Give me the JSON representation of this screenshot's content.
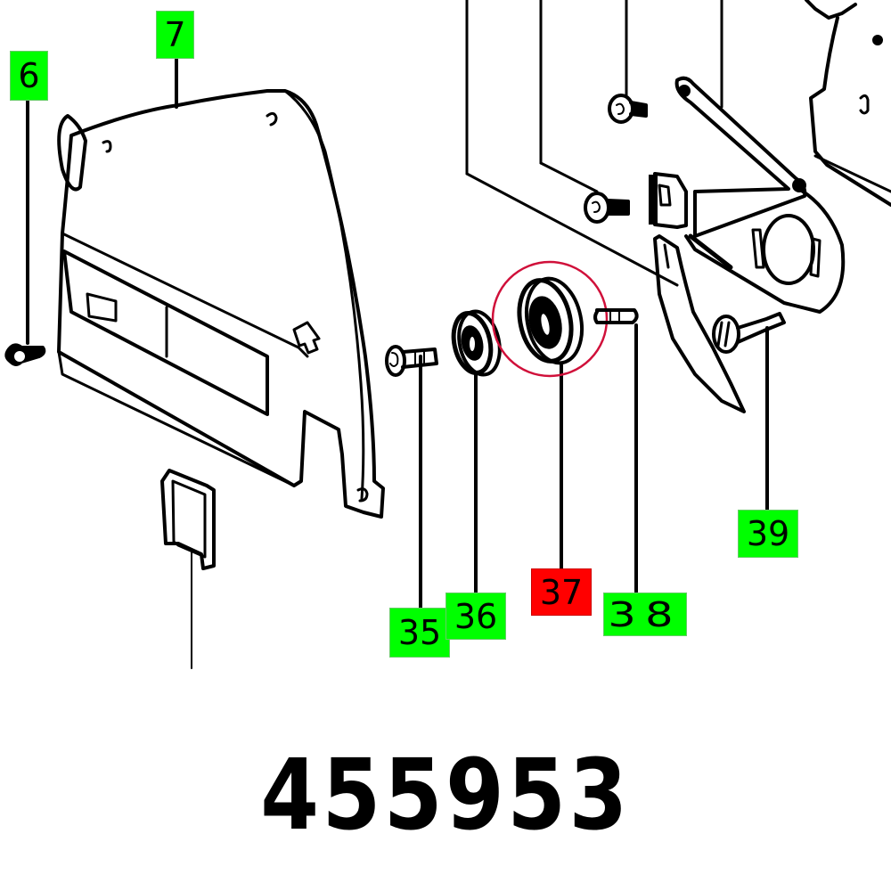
{
  "diagram": {
    "type": "exploded-parts-diagram",
    "part_number": "455953",
    "highlight_color": "#ff0000",
    "label_color": "#00ff00",
    "highlight_circle_color": "#d0103a",
    "callouts": [
      {
        "id": "6",
        "label": "6",
        "state": "normal"
      },
      {
        "id": "7",
        "label": "7",
        "state": "normal"
      },
      {
        "id": "35",
        "label": "35",
        "state": "normal"
      },
      {
        "id": "36",
        "label": "36",
        "state": "normal"
      },
      {
        "id": "37",
        "label": "37",
        "state": "highlighted"
      },
      {
        "id": "38",
        "label": "38",
        "state": "normal"
      },
      {
        "id": "39",
        "label": "39",
        "state": "normal"
      }
    ]
  }
}
